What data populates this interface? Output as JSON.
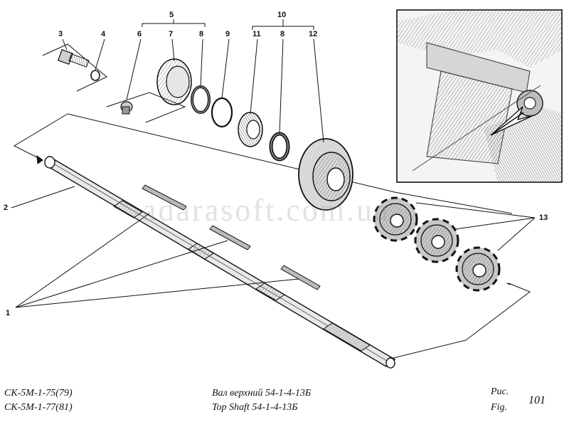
{
  "callouts": {
    "c1": "1",
    "c2": "2",
    "c3": "3",
    "c4": "4",
    "c5": "5",
    "c6": "6",
    "c7": "7",
    "c8a": "8",
    "c8b": "8",
    "c9": "9",
    "c10": "10",
    "c11": "11",
    "c12": "12",
    "c13": "13"
  },
  "caption": {
    "model_1": "СК-5М-1-75(79)",
    "model_2": "СК-5М-1-77(81)",
    "title_ru": "Вал верхний 54-1-4-13Б",
    "title_en": "Top Shaft 54-1-4-13Б",
    "fig_ru": "Рис.",
    "fig_en": "Fig.",
    "fig_number": "101"
  },
  "watermark": "adarasoft.com.ua",
  "colors": {
    "ink": "#111111",
    "paper": "#ffffff",
    "shade": "#8a8a8a",
    "shade_dark": "#4a4a4a"
  }
}
